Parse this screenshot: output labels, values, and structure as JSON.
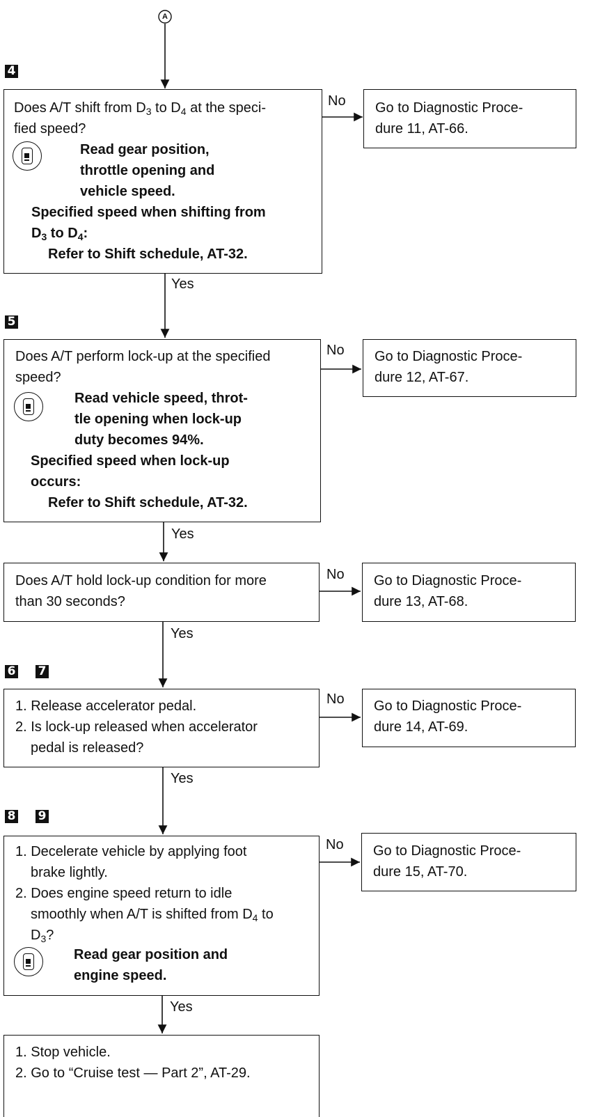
{
  "connector": "A",
  "steps": {
    "s4": "4",
    "s5": "5",
    "s6": "6",
    "s7": "7",
    "s8": "8",
    "s9": "9"
  },
  "edge_labels": {
    "yes": "Yes",
    "no": "No"
  },
  "icon_name": "consult-tester-icon",
  "box1": {
    "q1": "Does A/T shift from D",
    "q1_s1": "3",
    "q1_m": " to D",
    "q1_s2": "4",
    "q1_e": " at the speci-",
    "q2": "fied speed?",
    "i1": "Read gear position,",
    "i2": "throttle opening and",
    "i3": "vehicle speed.",
    "sp1": "Specified speed when shifting from",
    "sp2_a": "D",
    "sp2_s1": "3",
    "sp2_m": " to D",
    "sp2_s2": "4",
    "sp2_e": ":",
    "ref": "Refer to Shift schedule, AT-32."
  },
  "box1_no": {
    "l1": "Go to Diagnostic Proce-",
    "l2": "dure 11, AT-66."
  },
  "box2": {
    "q1": "Does A/T perform lock-up at the specified",
    "q2": "speed?",
    "i1": "Read vehicle speed, throt-",
    "i2": "tle opening when lock-up",
    "i3": "duty becomes 94%.",
    "sp1": "Specified speed when lock-up",
    "sp2": "occurs:",
    "ref": "Refer to Shift schedule, AT-32."
  },
  "box2_no": {
    "l1": "Go to Diagnostic Proce-",
    "l2": "dure 12, AT-67."
  },
  "box3": {
    "q1": "Does A/T hold lock-up condition for more",
    "q2": "than 30 seconds?"
  },
  "box3_no": {
    "l1": "Go to Diagnostic Proce-",
    "l2": "dure 13, AT-68."
  },
  "box4": {
    "l1": "1. Release accelerator pedal.",
    "l2": "2. Is lock-up released when accelerator",
    "l3": "pedal is released?"
  },
  "box4_no": {
    "l1": "Go to Diagnostic Proce-",
    "l2": "dure 14, AT-69."
  },
  "box5": {
    "l1": "1. Decelerate vehicle by applying foot",
    "l2": "brake lightly.",
    "l3": "2. Does engine speed return to idle",
    "l4_a": "smoothly when A/T is shifted from D",
    "l4_s": "4",
    "l4_e": " to",
    "l5_a": "D",
    "l5_s": "3",
    "l5_e": "?",
    "i1": "Read gear position and",
    "i2": "engine speed."
  },
  "box5_no": {
    "l1": "Go to Diagnostic Proce-",
    "l2": "dure 15, AT-70."
  },
  "box6": {
    "l1": "1. Stop vehicle.",
    "l2": "2. Go to “Cruise test — Part 2”, AT-29."
  }
}
